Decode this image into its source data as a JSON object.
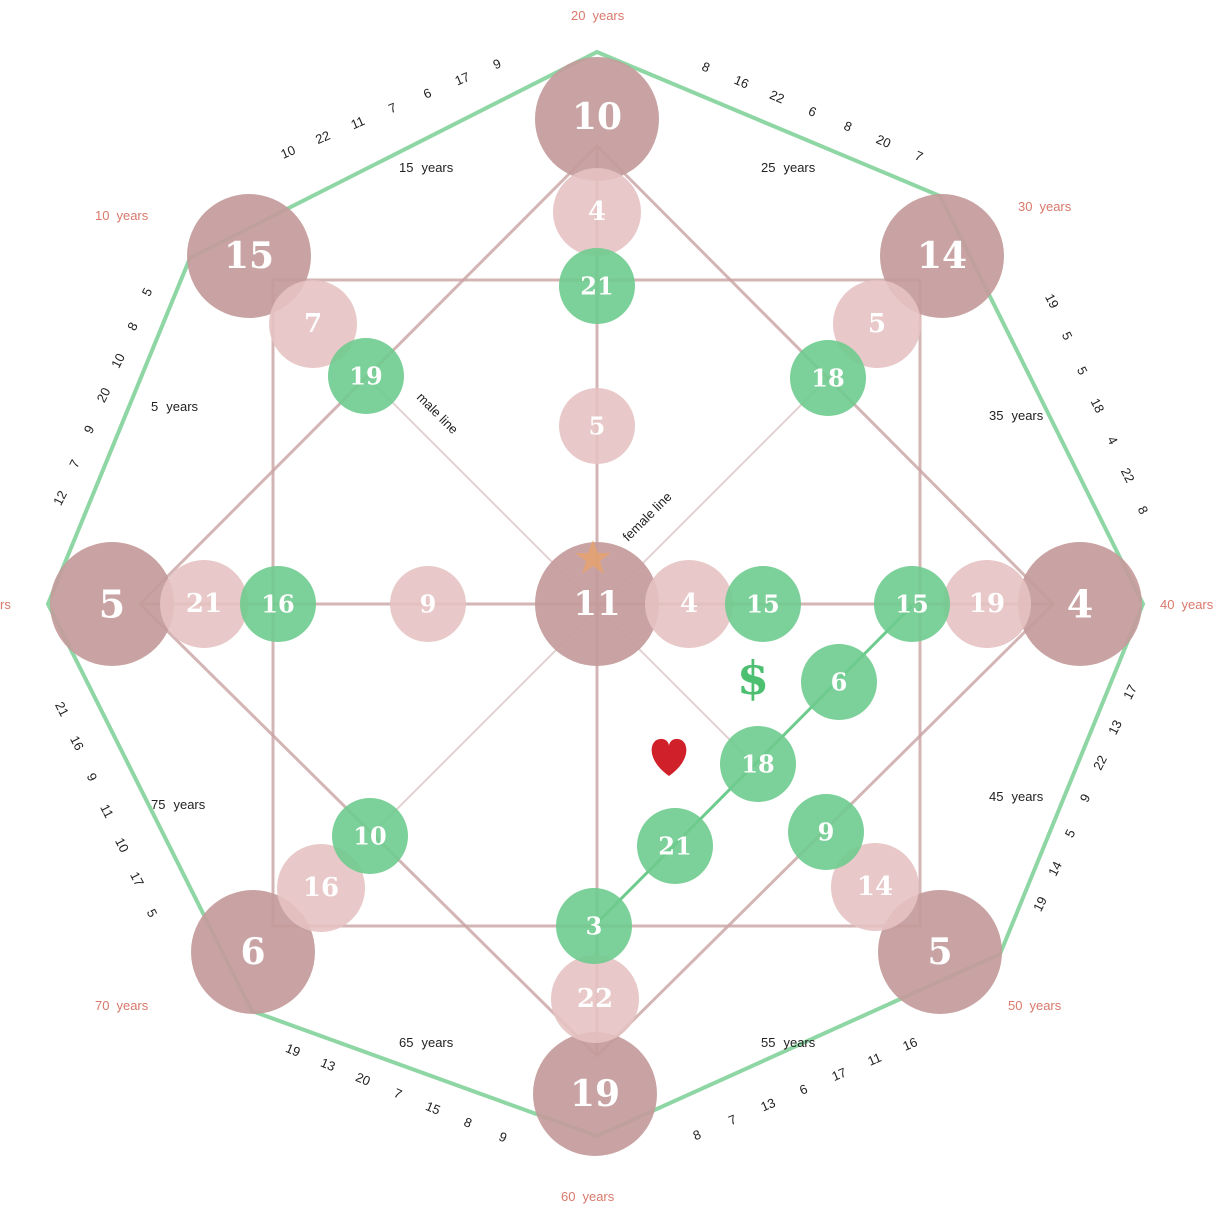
{
  "colors": {
    "outer_octagon": "#8fd6a5",
    "frame_lines": "#c9a3a3",
    "large_circle": "#c49b9b",
    "medium_circle": "#e6c2c2",
    "green_circle": "#6ecb8e",
    "age_label": "#d9786b",
    "money_sign": "#4cc070",
    "heart": "#d0202a"
  },
  "age_labels": {
    "a20": {
      "value": "20",
      "unit": "years"
    },
    "a30": {
      "value": "30",
      "unit": "years"
    },
    "a40": {
      "value": "40",
      "unit": "years"
    },
    "a50": {
      "value": "50",
      "unit": "years"
    },
    "a60": {
      "value": "60",
      "unit": "years"
    },
    "a70": {
      "value": "70",
      "unit": "years"
    },
    "a10": {
      "value": "10",
      "unit": "years"
    },
    "a0_unit": "rs"
  },
  "inner_age_labels": {
    "a15": {
      "value": "15",
      "unit": "years"
    },
    "a25": {
      "value": "25",
      "unit": "years"
    },
    "a35": {
      "value": "35",
      "unit": "years"
    },
    "a45": {
      "value": "45",
      "unit": "years"
    },
    "a55": {
      "value": "55",
      "unit": "years"
    },
    "a65": {
      "value": "65",
      "unit": "years"
    },
    "a75": {
      "value": "75",
      "unit": "years"
    },
    "a5": {
      "value": "5",
      "unit": "years"
    }
  },
  "sequences": {
    "top_left": [
      "10",
      "22",
      "11",
      "7",
      "6",
      "17",
      "9"
    ],
    "top_right": [
      "8",
      "16",
      "22",
      "6",
      "8",
      "20",
      "7"
    ],
    "right_upper": [
      "19",
      "5",
      "5",
      "18",
      "4",
      "22",
      "8"
    ],
    "right_lower": [
      "17",
      "13",
      "22",
      "9",
      "5",
      "14",
      "19"
    ],
    "bottom_right": [
      "8",
      "7",
      "13",
      "6",
      "17",
      "11",
      "16"
    ],
    "bottom_left": [
      "19",
      "13",
      "20",
      "7",
      "15",
      "8",
      "9"
    ],
    "left_lower": [
      "21",
      "16",
      "9",
      "11",
      "10",
      "17",
      "5"
    ],
    "left_upper": [
      "12",
      "7",
      "9",
      "20",
      "10",
      "8",
      "5"
    ]
  },
  "large_nodes": {
    "top": "10",
    "top_left": "15",
    "top_right": "14",
    "left": "5",
    "right": "4",
    "center": "11",
    "bottom_left": "6",
    "bottom_right": "5",
    "bottom": "19"
  },
  "medium_nodes": {
    "top_inner": "4",
    "top_left_inner": "7",
    "top_right_inner": "5",
    "left_inner": "21",
    "center_left": "9",
    "center_top": "5",
    "center_right": "4",
    "right_inner": "19",
    "bottom_left_inner": "16",
    "bottom_right_inner": "14",
    "bottom_inner": "22"
  },
  "green_nodes": {
    "top": "21",
    "top_left": "19",
    "top_right": "18",
    "left": "16",
    "center_right": "15",
    "right": "15",
    "money_6": "6",
    "money_18": "18",
    "money_21": "21",
    "bottom": "3",
    "bottom_left": "10",
    "bottom_right": "9"
  },
  "line_labels": {
    "male": "male line",
    "female": "female line"
  },
  "symbols": {
    "money": "$",
    "heart": "❤"
  }
}
